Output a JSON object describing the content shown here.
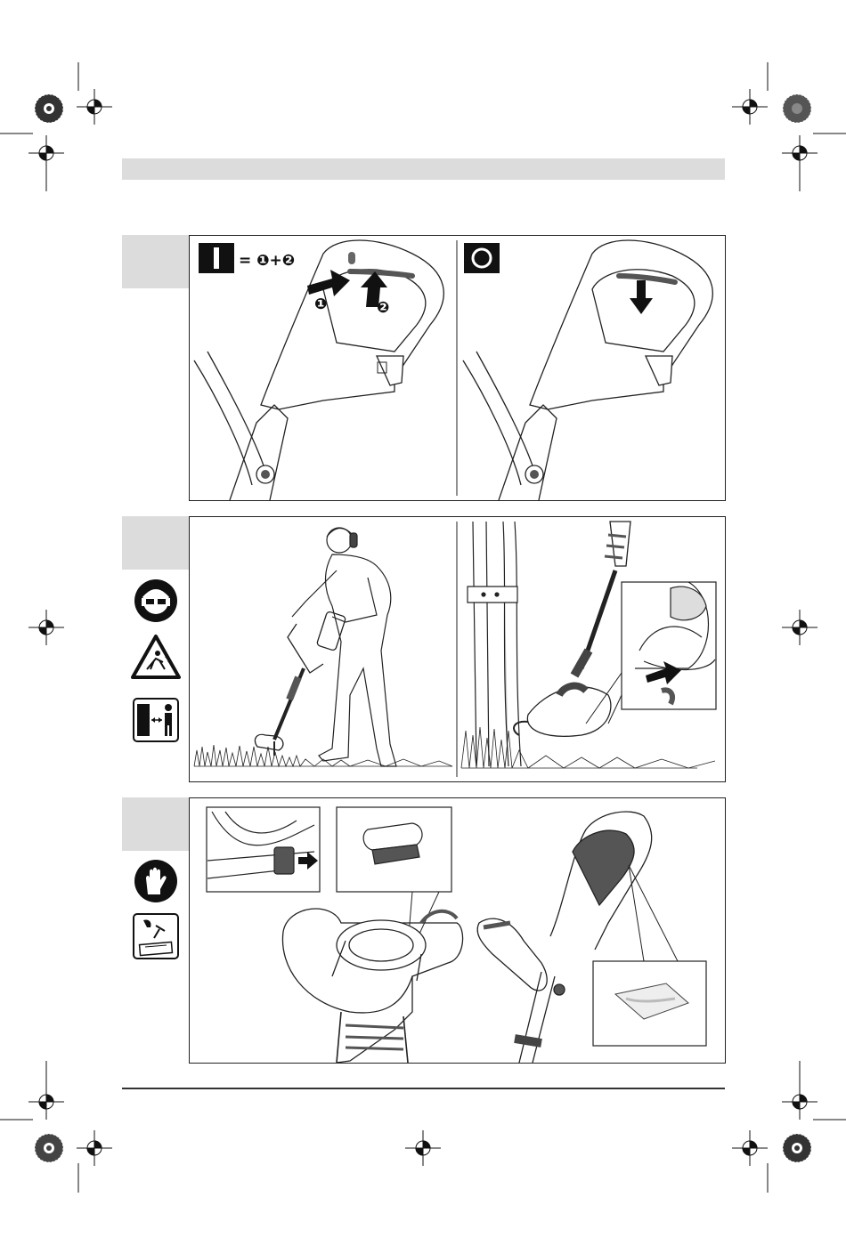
{
  "header": {
    "title": ""
  },
  "panel1": {
    "on_symbol": "I",
    "on_formula": "= ❶+❷",
    "step1_label": "❶",
    "step2_label": "❷",
    "off_symbol": "O"
  },
  "icons": [
    "eye-ear-protection-icon",
    "thrown-objects-warning-icon",
    "keep-distance-icon",
    "gloves-icon",
    "maintenance-icon"
  ],
  "colors": {
    "tab": "#dcdcdc",
    "line": "#222222",
    "dark": "#111111"
  }
}
